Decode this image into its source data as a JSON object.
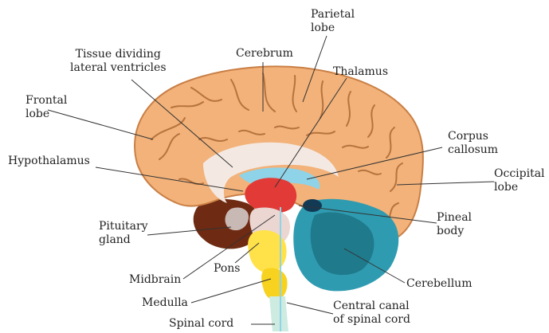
{
  "labels": {
    "parietal_lobe": [
      "Parietal",
      "lobe"
    ],
    "tissue_dividing": [
      "Tissue dividing",
      "lateral ventricles"
    ],
    "cerebrum": "Cerebrum",
    "thalamus": "Thalamus",
    "frontal_lobe": [
      "Frontal",
      "lobe"
    ],
    "corpus_callosum": [
      "Corpus",
      "callosum"
    ],
    "hypothalamus": "Hypothalamus",
    "occipital_lobe": [
      "Occipital",
      "lobe"
    ],
    "pituitary_gland": [
      "Pituitary",
      "gland"
    ],
    "pineal_body": [
      "Pineal",
      "body"
    ],
    "pons": "Pons",
    "midbrain": "Midbrain",
    "cerebellum": "Cerebellum",
    "medulla": "Medulla",
    "central_canal": [
      "Central canal",
      "of spinal cord"
    ],
    "spinal_cord": "Spinal cord"
  },
  "colors": {
    "cerebrum": "#F2B27A",
    "cerebrum_outline": "#C97F45",
    "sulci": "#B7733D",
    "corpus_callosum": "#F4E9E2",
    "thalamus": "#E23A36",
    "midbrain": "#EBD6D2",
    "pons": "#FFE24A",
    "medulla": "#F7D21E",
    "spinal_cord": "#CDEBE0",
    "cerebellum": "#2F9BB0",
    "cerebellum_dark": "#1F7A8C",
    "temporal": "#6E2A12",
    "pituitary": "#C9B9B5",
    "pineal": "#123A55",
    "ventricle": "#8FD3E8",
    "leader_line": "#333333"
  }
}
